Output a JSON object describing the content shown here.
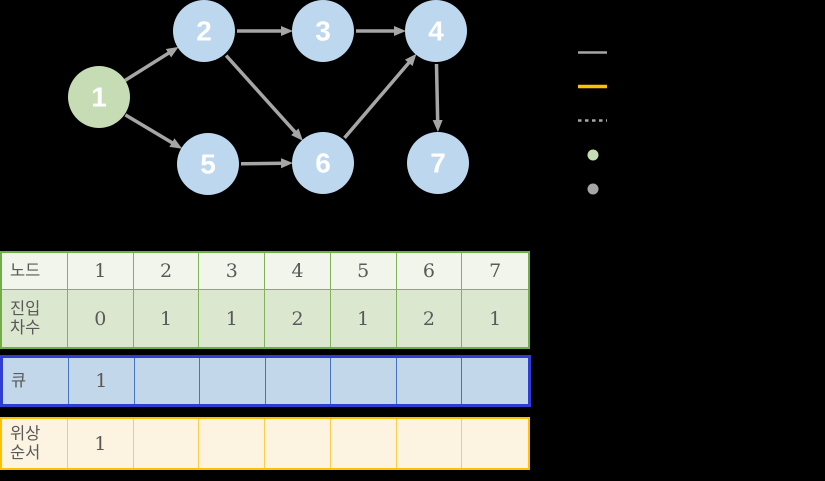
{
  "background_color": "#000000",
  "graph": {
    "edge_color": "#a6a6a6",
    "node_color_default": "#bdd7ee",
    "node_color_start": "#c6dcb5",
    "nodes": [
      {
        "id": "1",
        "label": "1",
        "type": "start"
      },
      {
        "id": "2",
        "label": "2",
        "type": "default"
      },
      {
        "id": "3",
        "label": "3",
        "type": "default"
      },
      {
        "id": "4",
        "label": "4",
        "type": "default"
      },
      {
        "id": "5",
        "label": "5",
        "type": "default"
      },
      {
        "id": "6",
        "label": "6",
        "type": "default"
      },
      {
        "id": "7",
        "label": "7",
        "type": "default"
      }
    ],
    "edges": [
      {
        "from": "1",
        "to": "2"
      },
      {
        "from": "1",
        "to": "5"
      },
      {
        "from": "2",
        "to": "3"
      },
      {
        "from": "2",
        "to": "6"
      },
      {
        "from": "3",
        "to": "4"
      },
      {
        "from": "5",
        "to": "6"
      },
      {
        "from": "6",
        "to": "4"
      },
      {
        "from": "4",
        "to": "7"
      }
    ]
  },
  "legend": {
    "items": [
      {
        "marker": "solid-line",
        "color": "#a6a6a6"
      },
      {
        "marker": "solid-line",
        "color": "#ffc000"
      },
      {
        "marker": "dashed-line",
        "color": "#a6a6a6"
      },
      {
        "marker": "dot",
        "color": "#c6dcb5"
      },
      {
        "marker": "dot",
        "color": "#a6a6a6"
      }
    ]
  },
  "tables": {
    "node_indegree": {
      "border_color": "#70ad47",
      "rows": [
        {
          "label": "노드",
          "cells": [
            "1",
            "2",
            "3",
            "4",
            "5",
            "6",
            "7"
          ]
        },
        {
          "label": "진입\n차수",
          "cells": [
            "0",
            "1",
            "1",
            "2",
            "1",
            "2",
            "1"
          ]
        }
      ]
    },
    "queue": {
      "border_color": "#2e3ed2",
      "label": "큐",
      "cells": [
        "1",
        "",
        "",
        "",
        "",
        "",
        ""
      ]
    },
    "topo_order": {
      "border_color": "#ffc000",
      "label": "위상\n순서",
      "cells": [
        "1",
        "",
        "",
        "",
        "",
        "",
        ""
      ]
    }
  }
}
